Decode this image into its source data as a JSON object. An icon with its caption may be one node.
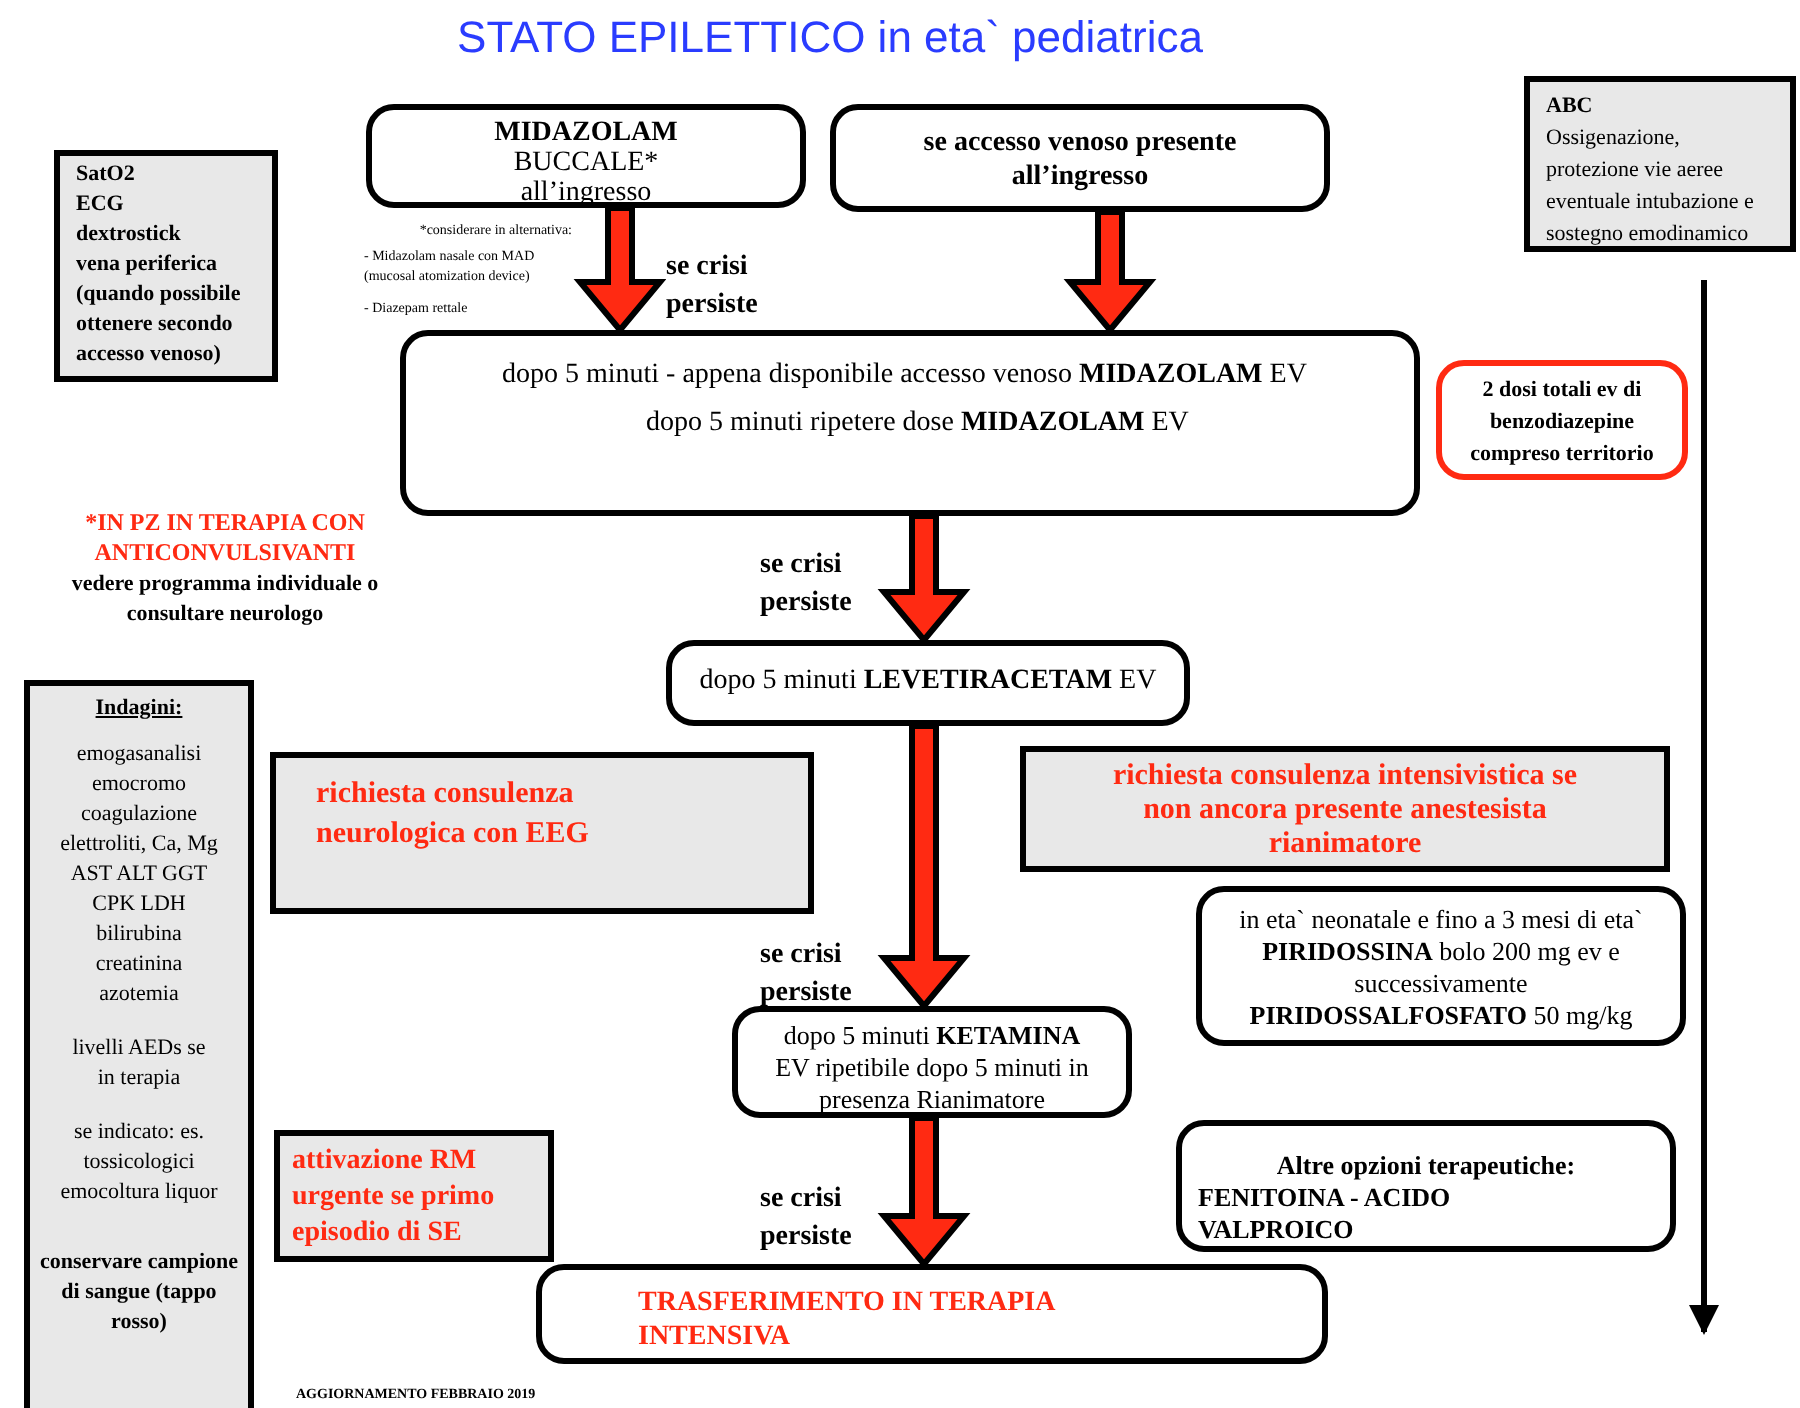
{
  "diagram": {
    "title": "STATO EPILETTICO in eta` pediatrica",
    "nodes": [
      {
        "text": [
          "SatO2",
          "ECG",
          "dextrostick",
          "vena periferica",
          "(quando possibile ottenere secondo accesso venoso)"
        ]
      },
      {
        "text": [
          "MIDAZOLAM",
          "BUCCALE*",
          "all’ingresso"
        ]
      },
      {
        "text": [
          "se accesso venoso presente all’ingresso"
        ]
      },
      {
        "text": [
          "ABC",
          "Ossigenazione, protezione vie aeree eventuale intubazione e sostegno emodinamico"
        ]
      },
      {
        "text": [
          "dopo 5 minuti - appena disponibile accesso venoso **MIDAZOLAM** EV",
          "dopo 5 minuti ripetere dose **MIDAZOLAM** EV"
        ]
      },
      {
        "text": [
          "2 dosi totali ev di benzodiazepine compreso territorio"
        ]
      },
      {
        "text": [
          "dopo 5 minuti **LEVETIRACETAM** EV"
        ]
      },
      {
        "text": [
          "Indagini:",
          "emogasanalisi",
          "emocromo",
          "coagulazione",
          "elettroliti, Ca, Mg",
          "AST ALT GGT",
          "CPK LDH",
          "bilirubina",
          "creatinina",
          "azotemia",
          "livelli AEDs se in terapia",
          "se indicato: es. tossicologici emocoltura liquor",
          "conservare campione di sangue (tappo rosso)"
        ]
      },
      {
        "text": [
          "richiesta consulenza neurologica con EEG"
        ]
      },
      {
        "text": [
          "richiesta consulenza intensivistica se non ancora presente anestesista rianimatore"
        ]
      },
      {
        "text": [
          "in eta` neonatale e fino a 3 mesi di eta` **PIRIDOSSINA** bolo 200 mg ev e successivamente **PIRIDOSSALFOSFATO** 50 mg/kg"
        ]
      },
      {
        "text": [
          "dopo 5 minuti **KETAMINA** EV ripetibile dopo 5 minuti in presenza Rianimatore"
        ]
      },
      {
        "text": [
          "Altre opzioni terapeutiche:",
          "FENITOINA - ACIDO VALPROICO"
        ]
      },
      {
        "text": [
          "attivazione RM urgente se primo episodio di SE"
        ]
      },
      {
        "text": [
          "TRASFERIMENTO IN TERAPIA INTENSIVA"
        ]
      }
    ],
    "edges": [
      {
        "from": 1,
        "to": 4,
        "arrow": "to",
        "label": "se crisi persiste"
      },
      {
        "from": 2,
        "to": 4,
        "arrow": "to"
      },
      {
        "from": 4,
        "to": 6,
        "arrow": "to",
        "label": "se crisi persiste"
      },
      {
        "from": 6,
        "to": 11,
        "arrow": "to",
        "label": "se crisi persiste"
      },
      {
        "from": 11,
        "to": 14,
        "arrow": "to",
        "label": "se crisi persiste"
      },
      {
        "from": 3,
        "to": null,
        "arrow": "to",
        "color": "#000000"
      }
    ],
    "labels": [
      "*considerare in alternativa:",
      "- Midazolam nasale con MAD (mucosal atomization device)",
      "- Diazepam rettale",
      "*IN PZ IN TERAPIA CON ANTICONVULSIVANTI",
      "vedere programma individuale o consultare neurologo",
      "AGGIORNAMENTO FEBBRAIO 2019"
    ]
  }
}
